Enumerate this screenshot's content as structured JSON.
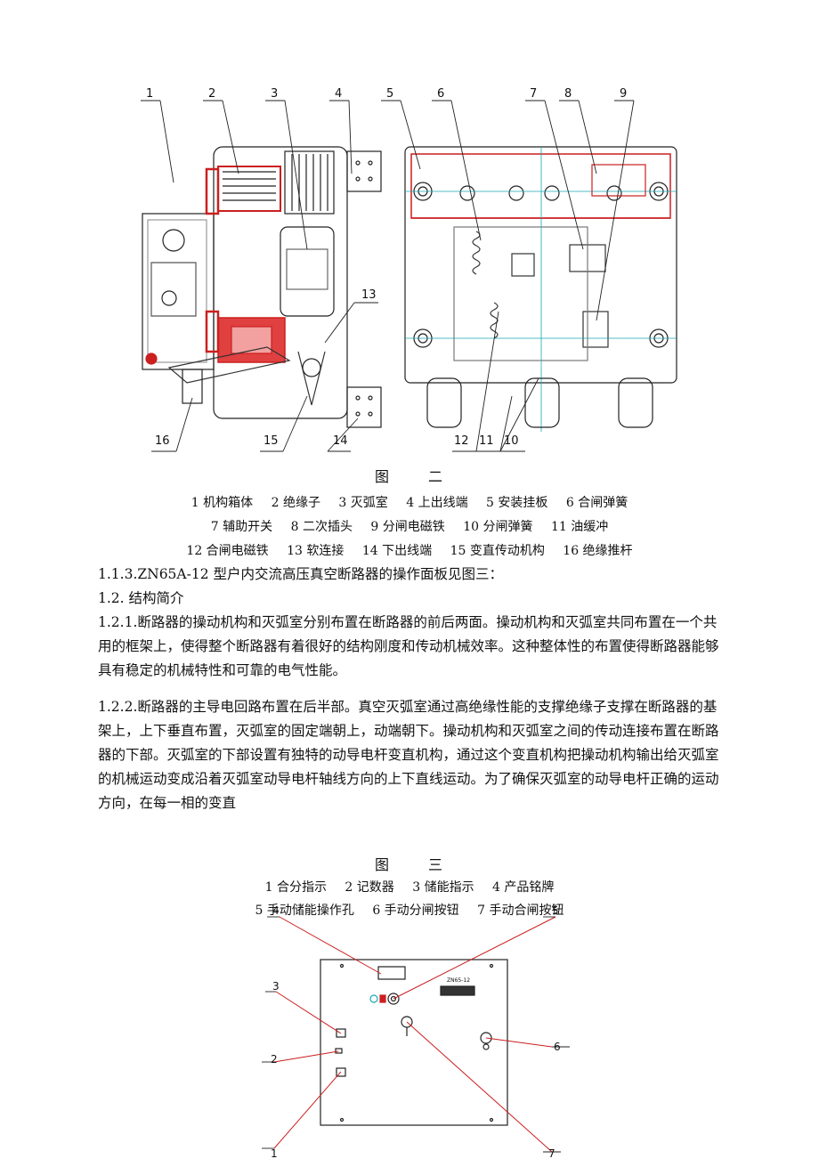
{
  "figure2": {
    "callouts": [
      "1",
      "2",
      "3",
      "4",
      "5",
      "6",
      "7",
      "8",
      "9",
      "10",
      "11",
      "12",
      "13",
      "14",
      "15",
      "16"
    ],
    "caption": {
      "prefix": "图",
      "number": "二"
    },
    "legend": [
      [
        "1 机构箱体",
        "2 绝缘子",
        "3 灭弧室",
        "4 上出线端",
        "5 安装挂板",
        "6 合闸弹簧"
      ],
      [
        "7 辅助开关",
        "8 二次插头",
        "9 分闸电磁铁",
        "10 分闸弹簧",
        "11 油缓冲"
      ],
      [
        "12 合闸电磁铁",
        "13 软连接",
        "14 下出线端",
        "15 变直传动机构",
        "16 绝缘推杆"
      ]
    ]
  },
  "text": {
    "heading_113": "1.1.3.ZN65A-12 型户内交流高压真空断路器的操作面板见图三：",
    "heading_12": "1.2.  结构简介",
    "para_121": "1.2.1.断路器的操动机构和灭弧室分别布置在断路器的前后两面。操动机构和灭弧室共同布置在一个共用的框架上，使得整个断路器有着很好的结构刚度和传动机械效率。这种整体性的布置使得断路器能够具有稳定的机械特性和可靠的电气性能。",
    "para_122": "1.2.2.断路器的主导电回路布置在后半部。真空灭弧室通过高绝缘性能的支撑绝缘子支撑在断路器的基架上，上下垂直布置，灭弧室的固定端朝上，动端朝下。操动机构和灭弧室之间的传动连接布置在断路器的下部。灭弧室的下部设置有独特的动导电杆变直机构，通过这个变直机构把操动机构输出给灭弧室的机械运动变成沿着灭弧室动导电杆轴线方向的上下直线运动。为了确保灭弧室的动导电杆正确的运动方向，在每一相的变直"
  },
  "figure3": {
    "caption": {
      "prefix": "图",
      "number": "三"
    },
    "legend": [
      [
        "1 合分指示",
        "2 记数器",
        "3 储能指示",
        "4 产品铭牌"
      ],
      [
        "5 手动储能操作孔",
        "6 手动分闸按钮",
        "7 手动合闸按钮"
      ]
    ],
    "panel_model": "ZN65-12",
    "callouts": [
      "4",
      "5",
      "3",
      "2",
      "1",
      "6",
      "7"
    ]
  },
  "colors": {
    "accent_red": "#cc1f1f",
    "line": "#222222",
    "cyan": "#19a7b5"
  }
}
